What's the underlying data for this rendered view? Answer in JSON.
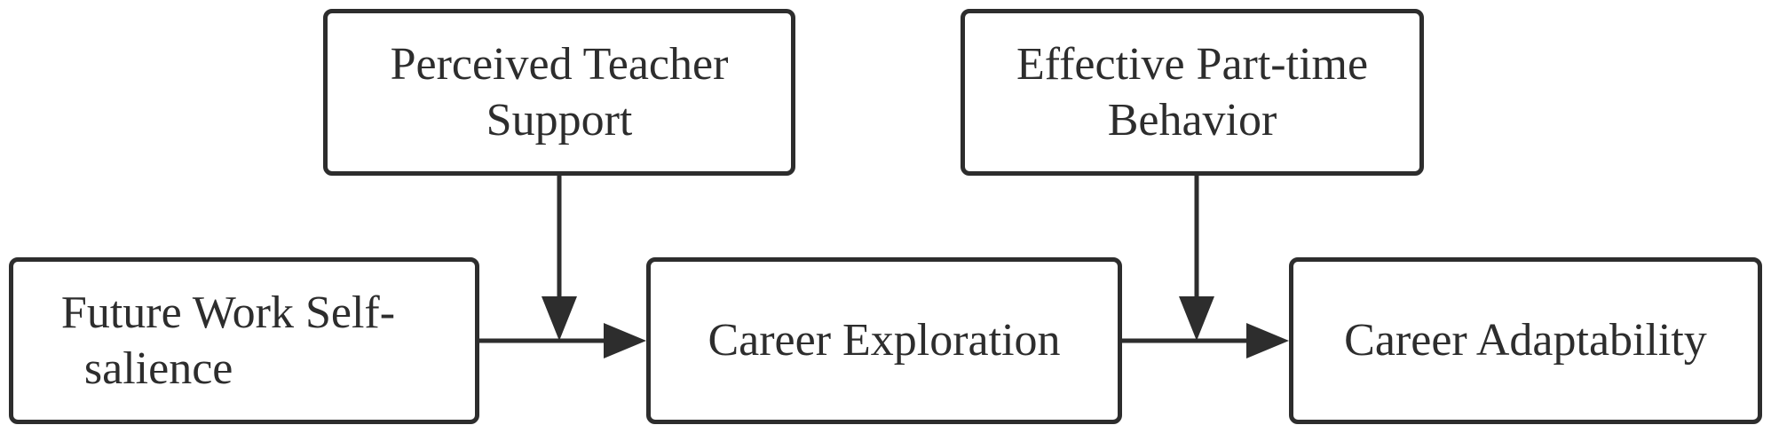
{
  "nodes": {
    "teacher_support": {
      "line1": "Perceived Teacher",
      "line2": "Support"
    },
    "part_time": {
      "line1": "Effective Part-time",
      "line2": "Behavior"
    },
    "future_work": {
      "line1": "Future Work Self-",
      "line2": "salience"
    },
    "career_exploration": {
      "label": "Career Exploration"
    },
    "career_adaptability": {
      "label": "Career Adaptability"
    }
  },
  "edges": [
    {
      "from": "future_work",
      "to": "career_exploration",
      "type": "direct-path"
    },
    {
      "from": "career_exploration",
      "to": "career_adaptability",
      "type": "direct-path"
    },
    {
      "from": "teacher_support",
      "to": "future_work->career_exploration",
      "type": "moderation"
    },
    {
      "from": "part_time",
      "to": "career_exploration->career_adaptability",
      "type": "moderation"
    }
  ],
  "colors": {
    "stroke": "#2d2d2d",
    "background": "#ffffff"
  }
}
